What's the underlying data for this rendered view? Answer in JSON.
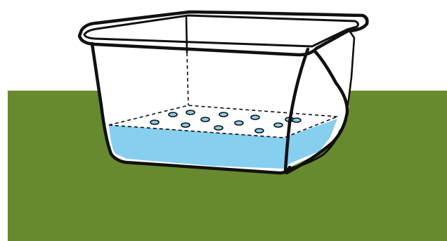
{
  "illustration": {
    "colors": {
      "background": "#ffffff",
      "grass": "#678a2e",
      "water": "#87cfee",
      "glass": "#ffffff",
      "outline": "#111111"
    },
    "icons": {
      "ground": "grass-rectangle",
      "container": "clear-plastic-storage-bin",
      "water": "water-fill",
      "holes": "drainage-hole-icon"
    },
    "visible_text": []
  }
}
